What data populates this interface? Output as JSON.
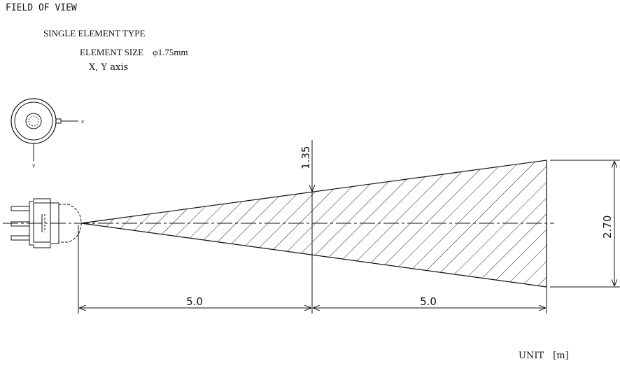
{
  "header": {
    "title": "FIELD OF VIEW",
    "type_line": "SINGLE ELEMENT TYPE",
    "size_line": "ELEMENT SIZE　φ1.75mm",
    "axis_line": "X, Y axis"
  },
  "axis_icon": {
    "x_label": "x",
    "y_label": "Y"
  },
  "dimensions": {
    "half_height": "1.35",
    "full_height": "2.70",
    "first_distance": "5.0",
    "second_distance": "5.0"
  },
  "footer": {
    "unit": "UNIT　[m]"
  },
  "colors": {
    "line": "#111111",
    "hatch": "#222222"
  }
}
